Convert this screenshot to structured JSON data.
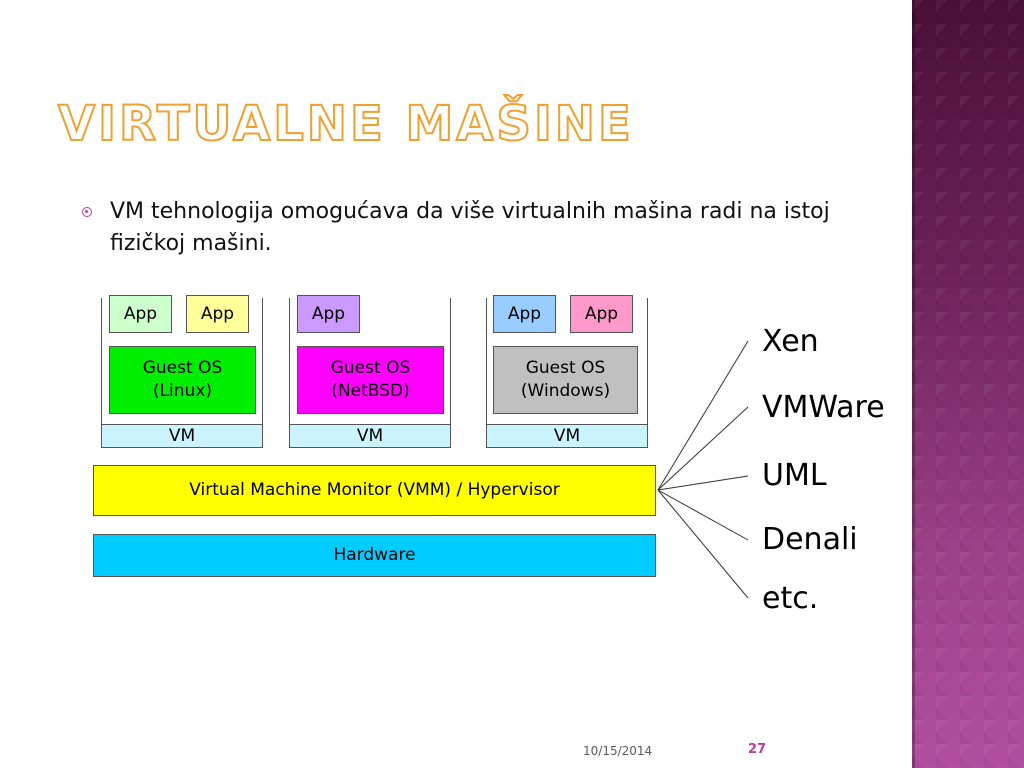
{
  "slide": {
    "title": "VIRTUALNE MAŠINE",
    "bullet": "VM tehnologija omogućava da više virtualnih mašina radi na istoj fizičkoj mašini.",
    "footer_date": "10/15/2014",
    "page_number": "27"
  },
  "diagram": {
    "vms": [
      {
        "apps": [
          "App",
          "App"
        ],
        "app_colors": [
          "#ccffcc",
          "#ffff99"
        ],
        "guest_os": [
          "Guest OS",
          "(Linux)"
        ],
        "guest_color": "#00ee00",
        "vm_label": "VM"
      },
      {
        "apps": [
          "App"
        ],
        "app_colors": [
          "#cc99ff"
        ],
        "guest_os": [
          "Guest OS",
          "(NetBSD)"
        ],
        "guest_color": "#ff00ff",
        "vm_label": "VM"
      },
      {
        "apps": [
          "App",
          "App"
        ],
        "app_colors": [
          "#99ccff",
          "#ff99cc"
        ],
        "guest_os": [
          "Guest OS",
          "(Windows)"
        ],
        "guest_color": "#c0c0c0",
        "vm_label": "VM"
      }
    ],
    "vm_bar_color": "#ccf4ff",
    "hypervisor": {
      "label": "Virtual Machine Monitor (VMM) / Hypervisor",
      "color": "#ffff00"
    },
    "hardware": {
      "label": "Hardware",
      "color": "#00ccff"
    },
    "examples": [
      "Xen",
      "VMWare",
      "UML",
      "Denali",
      "etc."
    ]
  },
  "colors": {
    "accent": "#c43d9b",
    "title_outline": "#f0a030",
    "sidebar": "#7a2a68"
  }
}
